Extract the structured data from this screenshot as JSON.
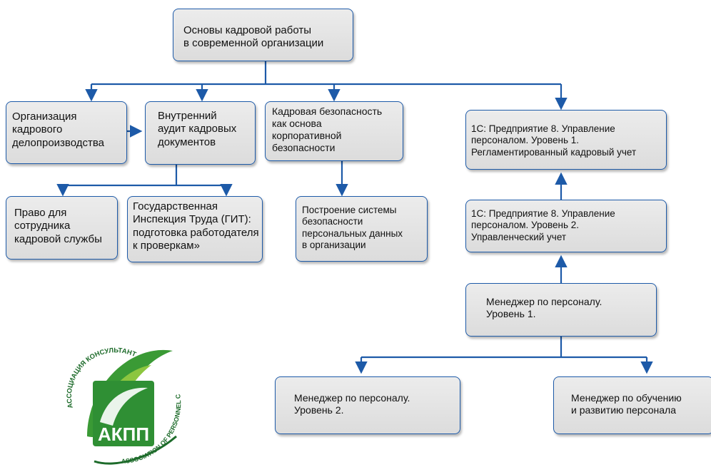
{
  "colors": {
    "accent": "#1d5aa8",
    "box_fill": "#e4e4e4",
    "logo_green": "#3a9a35",
    "logo_light_green": "#8cc63f"
  },
  "nodes": {
    "root": "Основы кадровой работы\nв современной организации",
    "records": "Организация\nкадрового\nделопроизводства",
    "audit": "Внутренний\nаудит кадровых\nдокументов",
    "security": "Кадровая безопасность\nкак основа\nкорпоративной\nбезопасности",
    "c1_level1": "1С: Предприятие 8. Управление\nперсоналом. Уровень 1.\nРегламентированный кадровый учет",
    "rights": "Право для\nсотрудника\nкадровой службы",
    "git": "Государственная\nИнспекция Труда (ГИТ):\nподготовка работодателя\nк проверкам»",
    "personal_data": "Построение системы\nбезопасности\nперсональных данных\nв организации",
    "c1_level2": "1С: Предприятие 8. Управление\nперсоналом. Уровень 2.\nУправленческий учет",
    "manager1": "Менеджер по персоналу.\nУровень 1.",
    "manager2": "Менеджер по персоналу.\nУровень 2.",
    "training": "Менеджер по обучению\nи развитию персонала"
  },
  "logo": {
    "text_main": "АКПП",
    "text_ru": "АССОЦИАЦИЯ КОНСУЛЬТАНТОВ ПО ПЕРСОНАЛУ",
    "text_en": "ASSOCIATION OF PERSONNEL CONSULTANTS"
  }
}
